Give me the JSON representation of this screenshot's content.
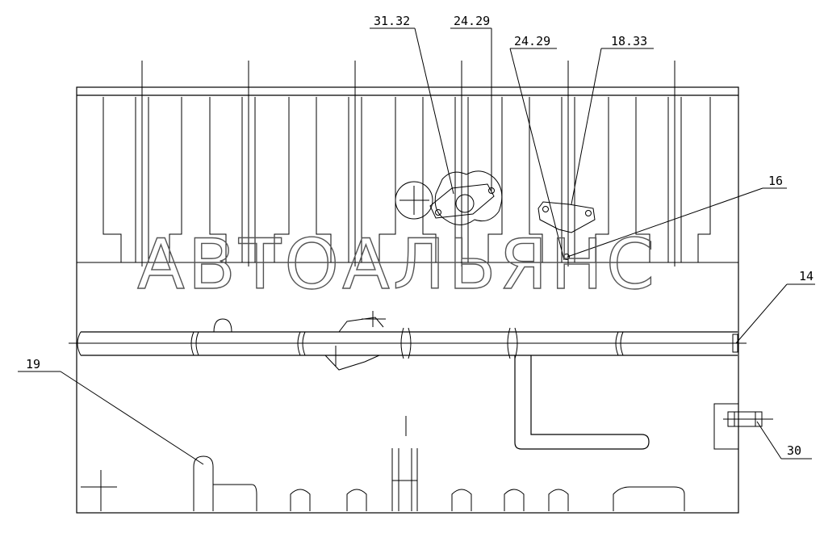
{
  "callouts": [
    "31.32",
    "24.29",
    "24.29",
    "18.33",
    "16",
    "14",
    "19",
    "30"
  ],
  "watermark": "АВТОАЛЬЯНС",
  "colors": {
    "line": "#000000",
    "watermark": "#555555",
    "background": "#ffffff"
  }
}
